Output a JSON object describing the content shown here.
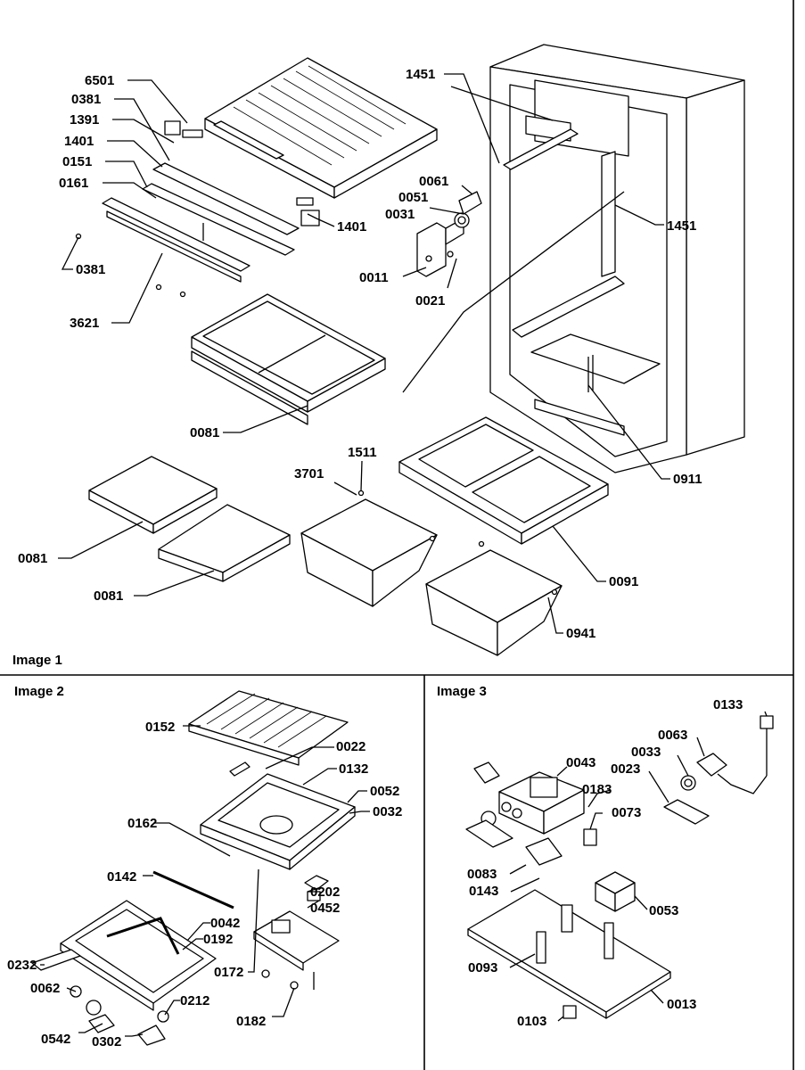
{
  "panels": [
    {
      "caption": "Image 1"
    },
    {
      "caption": "Image 2"
    },
    {
      "caption": "Image 3"
    }
  ],
  "image1_labels": [
    "6501",
    "0381",
    "1391",
    "1401",
    "0151",
    "0161",
    "0381",
    "3621",
    "1401",
    "1451",
    "1451",
    "0061",
    "0051",
    "0031",
    "0011",
    "0021",
    "0081",
    "1511",
    "3701",
    "0081",
    "0081",
    "0091",
    "0941",
    "0911"
  ],
  "image2_labels": [
    "0152",
    "0022",
    "0132",
    "0052",
    "0032",
    "0162",
    "0142",
    "0202",
    "0452",
    "0042",
    "0192",
    "0232",
    "0062",
    "0172",
    "0212",
    "0182",
    "0542",
    "0302"
  ],
  "image3_labels": [
    "0133",
    "0063",
    "0033",
    "0043",
    "0023",
    "0183",
    "0073",
    "0083",
    "0143",
    "0053",
    "0093",
    "0013",
    "0103"
  ]
}
